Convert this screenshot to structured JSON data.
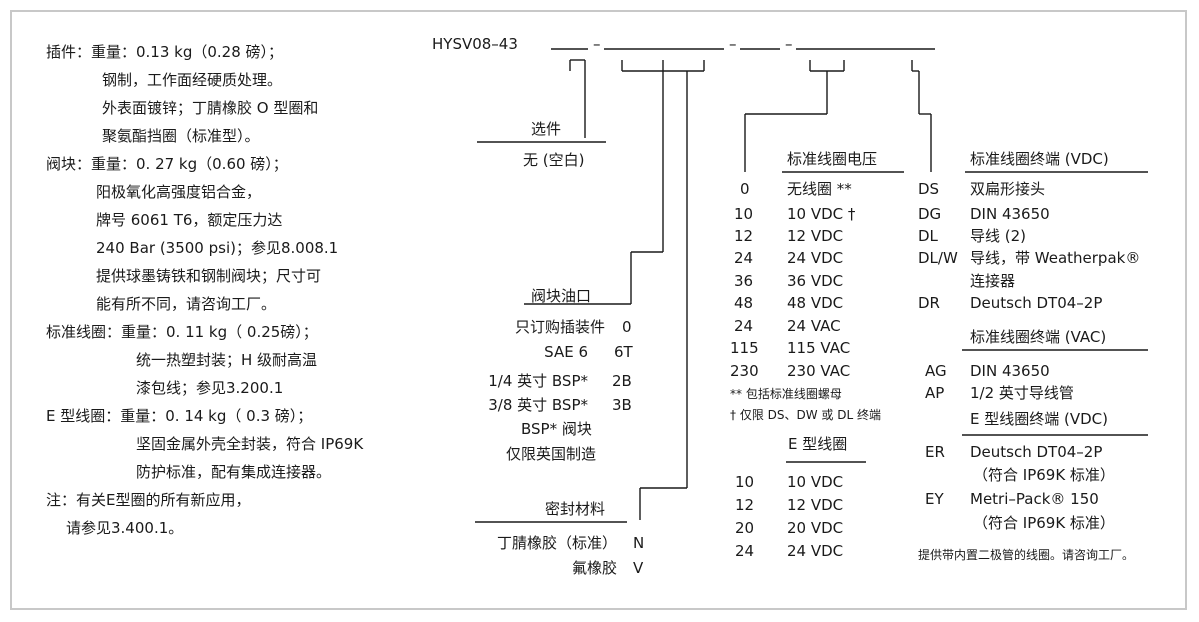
{
  "left_specs": [
    {
      "text": "插件：重量：0.13 kg（0.28 磅）；"
    },
    {
      "text": "钢制，工作面经硬质处理。"
    },
    {
      "text": "外表面镀锌；丁腈橡胶 O 型圈和"
    },
    {
      "text": "聚氨酯挡圈（标准型）。"
    },
    {
      "text": "阀块：重量：0. 27 kg（0.60 磅）；"
    },
    {
      "text": "阳极氧化高强度铝合金，"
    },
    {
      "text": "牌号 6061 T6，额定压力达"
    },
    {
      "text": "240 Bar (3500 psi)；参见8.008.1"
    },
    {
      "text": "提供球墨铸铁和钢制阀块；尺寸可"
    },
    {
      "text": "能有所不同，请咨询工厂。"
    },
    {
      "text": "标准线圈：重量：0. 11 kg（ 0.25磅）；"
    },
    {
      "text": "统一热塑封装；H 级耐高温"
    },
    {
      "text": "漆包线；参见3.200.1"
    },
    {
      "text": "E 型线圈：重量：0. 14 kg（ 0.3 磅）；"
    },
    {
      "text": "坚固金属外壳全封装，符合 IP69K"
    },
    {
      "text": "防护标准，配有集成连接器。"
    },
    {
      "text": "注：有关E型圈的所有新应用，"
    },
    {
      "text": "请参见3.400.1。"
    }
  ],
  "model": {
    "code": "HYSV08–43",
    "dashes": [
      "–",
      "–",
      "–"
    ]
  },
  "options": {
    "title": "选件",
    "none_label": "无 (空白)"
  },
  "ports": {
    "title": "阀块油口",
    "rows": [
      {
        "label": "只订购插装件",
        "code": "0"
      },
      {
        "label": "SAE 6",
        "code": "6T"
      },
      {
        "label": "1/4 英寸 BSP*",
        "code": "2B"
      },
      {
        "label": "3/8 英寸 BSP*",
        "code": "3B"
      }
    ],
    "note_line1": "BSP* 阀块",
    "note_line2": "仅限英国制造"
  },
  "seals": {
    "title": "密封材料",
    "rows": [
      {
        "label": "丁腈橡胶（标准）",
        "code": "N"
      },
      {
        "label": "氟橡胶",
        "code": "V"
      }
    ]
  },
  "std_voltage": {
    "title": "标准线圈电压",
    "rows": [
      {
        "code": "0",
        "label": "无线圈 **"
      },
      {
        "code": "10",
        "label": "10 VDC †"
      },
      {
        "code": "12",
        "label": "12 VDC"
      },
      {
        "code": "24",
        "label": "24 VDC"
      },
      {
        "code": "36",
        "label": "36 VDC"
      },
      {
        "code": "48",
        "label": "48 VDC"
      },
      {
        "code": "24",
        "label": "24 VAC"
      },
      {
        "code": "115",
        "label": "115 VAC"
      },
      {
        "code": "230",
        "label": "230 VAC"
      }
    ],
    "note1": "** 包括标准线圈螺母",
    "note2": "† 仅限 DS、DW 或 DL 终端"
  },
  "e_voltage": {
    "title": "E 型线圈",
    "rows": [
      {
        "code": "10",
        "label": "10 VDC"
      },
      {
        "code": "12",
        "label": "12 VDC"
      },
      {
        "code": "20",
        "label": "20 VDC"
      },
      {
        "code": "24",
        "label": "24 VDC"
      }
    ]
  },
  "std_term_vdc": {
    "title": "标准线圈终端 (VDC)",
    "rows": [
      {
        "code": "DS",
        "label": "双扁形接头"
      },
      {
        "code": "DG",
        "label": "DIN 43650"
      },
      {
        "code": "DL",
        "label": "导线 (2)"
      },
      {
        "code": "DL/W",
        "label": "导线，带 Weatherpak®"
      },
      {
        "code": "",
        "label": "连接器"
      },
      {
        "code": "DR",
        "label": "Deutsch DT04–2P"
      }
    ]
  },
  "std_term_vac": {
    "title": "标准线圈终端 (VAC)",
    "rows": [
      {
        "code": "AG",
        "label": "DIN 43650"
      },
      {
        "code": "AP",
        "label": "1/2 英寸导线管"
      }
    ]
  },
  "e_term_vdc": {
    "title": "E 型线圈终端 (VDC)",
    "rows": [
      {
        "code": "ER",
        "label": "Deutsch DT04–2P"
      },
      {
        "code": "",
        "label": "（符合 IP69K 标准）"
      },
      {
        "code": "EY",
        "label": "Metri–Pack® 150"
      },
      {
        "code": "",
        "label": "（符合 IP69K 标准）"
      }
    ]
  },
  "footer_note": "提供带内置二极管的线圈。请咨询工厂。"
}
